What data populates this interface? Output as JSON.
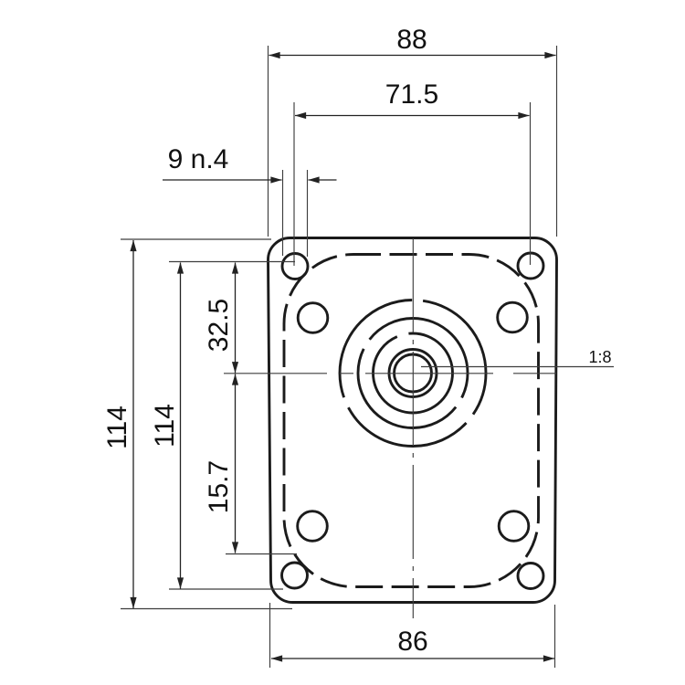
{
  "drawing": {
    "kind": "engineering-dimension-drawing",
    "colors": {
      "outline": "#1b1b1b",
      "thin_line": "#3e3e3e",
      "dim_line": "#222222",
      "text": "#111111",
      "background": "#ffffff"
    },
    "dimensions": {
      "top_width": "88",
      "bolt_spacing_width": "71.5",
      "bolt_hole_note": "9 n.4",
      "top_holes_to_center": "32.5",
      "overall_height": "114",
      "inner_height": "114",
      "center_to_bottom_holes": "15.7",
      "bottom_width": "86",
      "shaft_taper": "1:8"
    }
  }
}
